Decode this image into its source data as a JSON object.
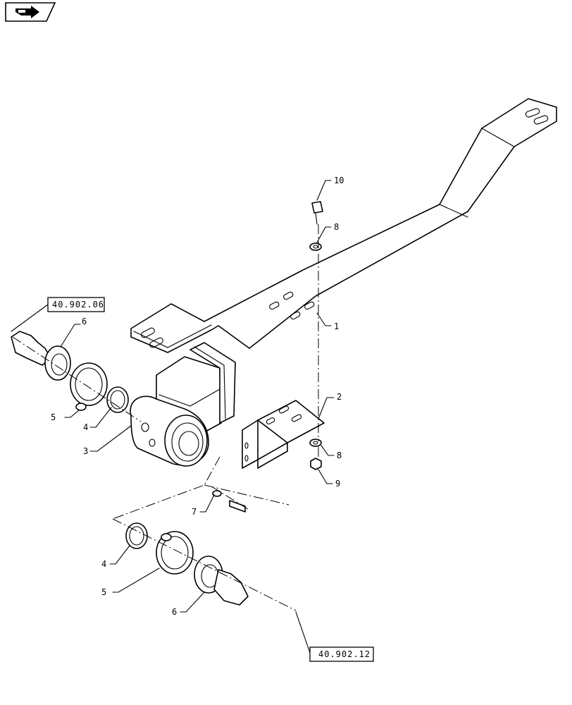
{
  "nav_button": {
    "icon": "return-arrow-icon"
  },
  "callouts": {
    "p1": "1",
    "p2": "2",
    "p3": "3",
    "p4a": "4",
    "p4b": "4",
    "p5a": "5",
    "p5b": "5",
    "p6a": "6",
    "p6b": "6",
    "p7": "7",
    "p8a": "8",
    "p8b": "8",
    "p9": "9",
    "p10": "10"
  },
  "references": {
    "top": "40.902.06",
    "bottom": "40.902.12"
  }
}
